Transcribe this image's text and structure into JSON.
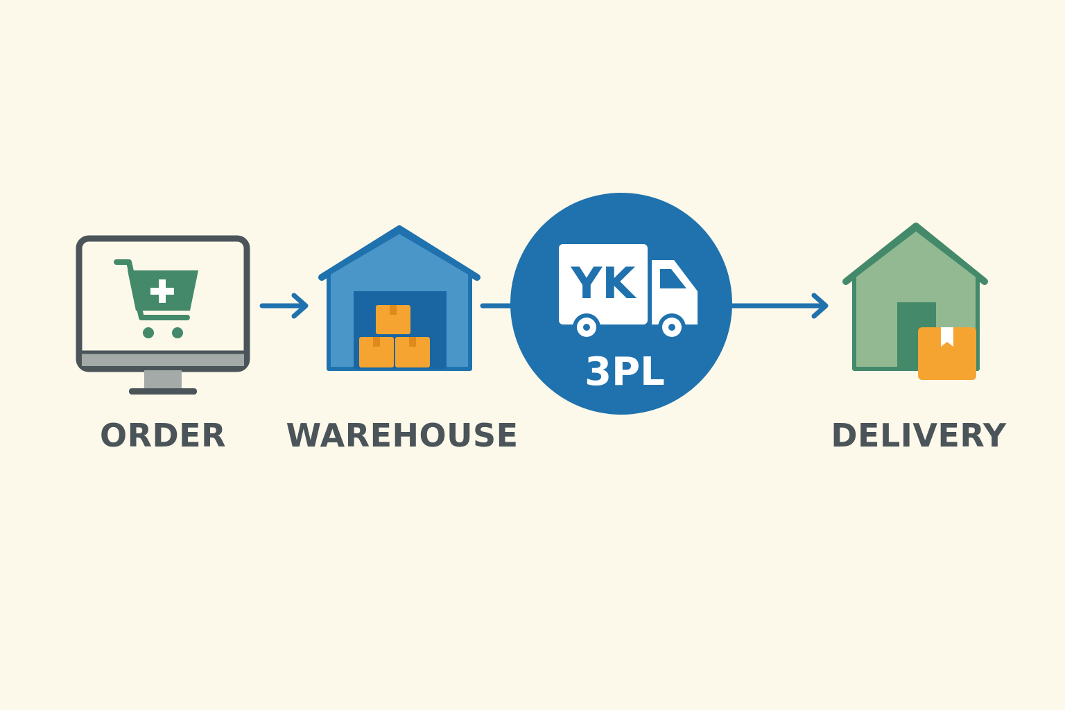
{
  "stages": {
    "order": {
      "label": "ORDER",
      "icon": "shopping-cart-monitor-icon"
    },
    "warehouse": {
      "label": "WAREHOUSE",
      "icon": "warehouse-boxes-icon"
    },
    "logistics": {
      "truck_text": "YK",
      "label": "3PL",
      "icon": "delivery-truck-icon"
    },
    "delivery": {
      "label": "DELIVERY",
      "icon": "house-package-icon"
    }
  },
  "colors": {
    "background": "#fdf9ea",
    "blue": "#1f72ad",
    "light_blue": "#4a96c9",
    "dark_blue": "#1a66a3",
    "green": "#43896a",
    "light_green": "#92b992",
    "orange": "#f6a431",
    "dark_orange": "#e0891d",
    "gray": "#4a5459",
    "label": "#4a5459"
  }
}
